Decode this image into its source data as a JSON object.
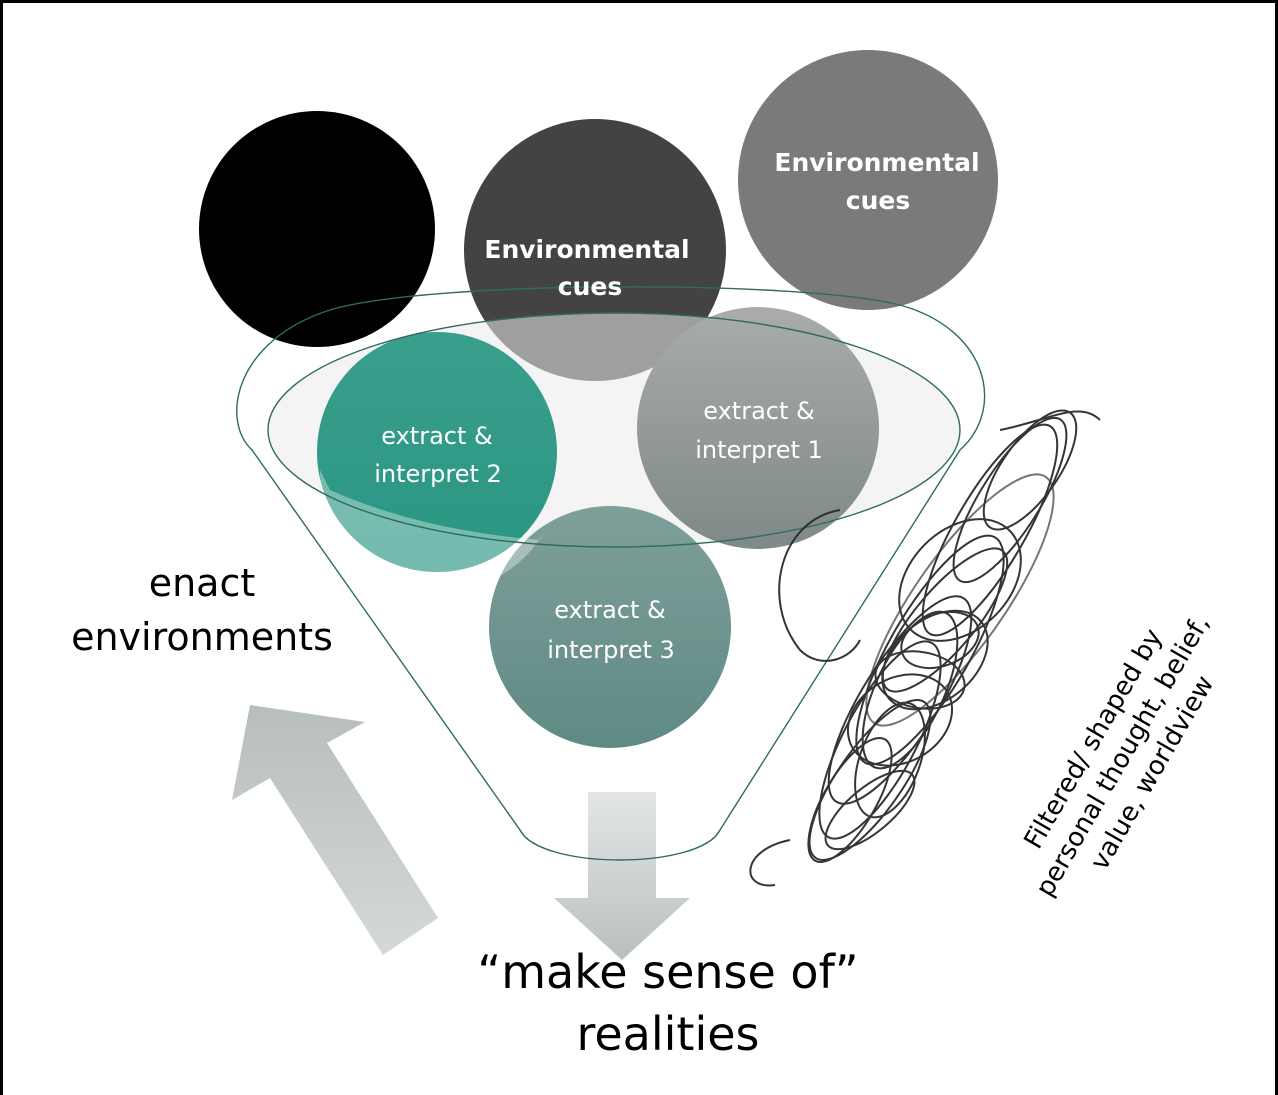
{
  "cue_circles": [
    {
      "label": "",
      "fill": "#000000"
    },
    {
      "label_lines": [
        "Environmental",
        "cues"
      ],
      "fill": "#434343"
    },
    {
      "label_lines": [
        "Environmental",
        "cues"
      ],
      "fill": "#7a7a7a"
    }
  ],
  "interpret_circles": [
    {
      "label_lines": [
        "extract &",
        "interpret 2"
      ],
      "fill": "#2e9a86"
    },
    {
      "label_lines": [
        "extract &",
        "interpret 1"
      ],
      "fill": "#8f9a98"
    },
    {
      "label_lines": [
        "extract &",
        "interpret 3"
      ],
      "fill": "#648b85"
    }
  ],
  "left_label": {
    "lines": [
      "enact",
      "environments"
    ]
  },
  "bottom_label": {
    "lines": [
      "“make sense of”",
      "realities"
    ]
  },
  "filter_label": {
    "lines": [
      "Filtered/ shaped by",
      "personal thought, belief,",
      "value, worldview"
    ]
  },
  "colors": {
    "funnel_stroke": "#2f6b60",
    "arrow_fill": "#c5cbcb",
    "scribble": "#2b2b2b",
    "frame": "#000000"
  }
}
